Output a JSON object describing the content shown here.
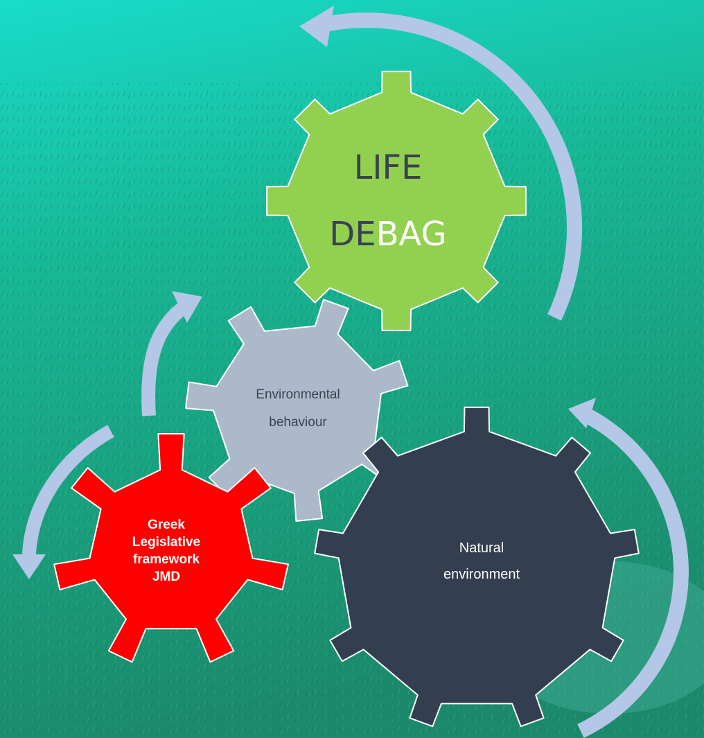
{
  "background": {
    "description_colors": {
      "top": "#16d9c7",
      "mid": "#17a98a",
      "bottom": "#1e8f70"
    }
  },
  "arrow_color": "#b4c7e7",
  "gears": {
    "life": {
      "line1": "LIFE",
      "line2_dark": "DE",
      "line2_light": "BAG",
      "fill": "#92d050",
      "text_dark": "#3b4151",
      "text_light": "#ffffff"
    },
    "environmental": {
      "line1": "Environmental",
      "line2": "behaviour",
      "fill": "#acb9ca",
      "text": "#3b4151"
    },
    "greek": {
      "line1": "Greek",
      "line2": "Legislative",
      "line3": "framework",
      "line4": "JMD",
      "fill": "#ff0000",
      "text": "#ffffff"
    },
    "natural": {
      "line1": "Natural",
      "line2": "environment",
      "fill": "#333f50",
      "text": "#ffffff"
    }
  }
}
